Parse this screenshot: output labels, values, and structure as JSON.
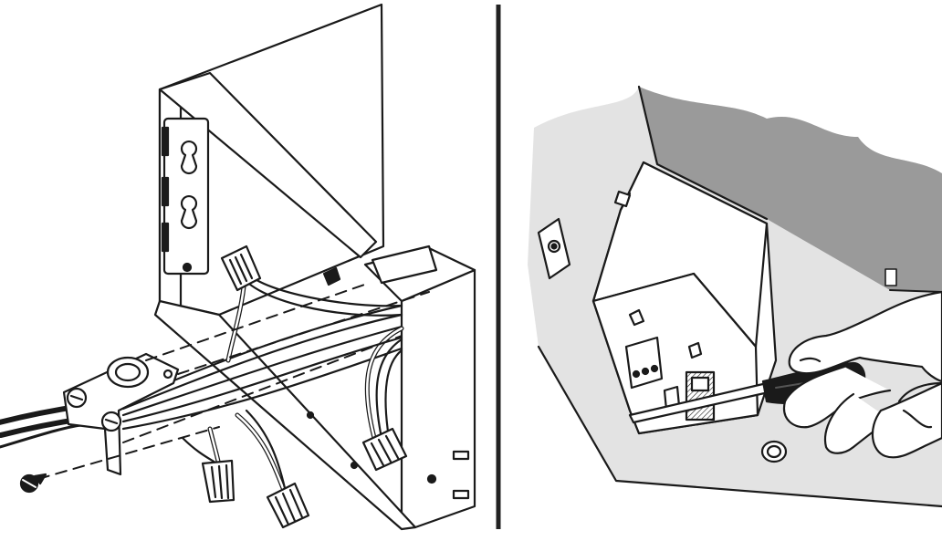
{
  "figure": {
    "panels": [
      {
        "id": "left",
        "subject": "junction-box-wiring"
      },
      {
        "id": "right",
        "subject": "pry-open-box-with-screwdriver"
      }
    ],
    "colors": {
      "ink": "#1a1a1a",
      "paper": "#ffffff",
      "wall_light": "#e3e3e3",
      "wall_dark": "#9a9a9a",
      "skin": "#ffffff",
      "divider": "#222222"
    },
    "icons": [
      "screw-icon",
      "wire-nut-icon",
      "cable-clamp-icon",
      "screwdriver-icon",
      "hand-icon"
    ]
  }
}
